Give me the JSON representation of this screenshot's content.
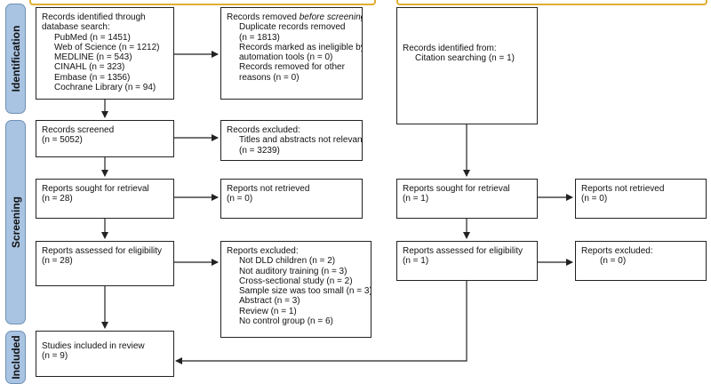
{
  "stages": {
    "identification": "Identification",
    "screening": "Screening",
    "included": "Included"
  },
  "db": {
    "identified": {
      "title": "Records identified through",
      "subtitle": "database search:",
      "sources": [
        "PubMed (n = 1451)",
        "Web of Science (n = 1212)",
        "MEDLINE (n = 543)",
        "CINAHL (n = 323)",
        "Embase (n = 1356)",
        "Cochrane Library (n = 94)"
      ]
    },
    "removed": {
      "title_pre": "Records removed ",
      "title_em": "before screening",
      "title_post": ":",
      "lines": [
        "Duplicate records removed",
        "(n = 1813)",
        "Records marked as ineligible by",
        "automation tools (n = 0)",
        "Records removed for other",
        "reasons (n = 0)"
      ]
    },
    "screened": {
      "title": "Records screened",
      "count": "(n = 5052)"
    },
    "excluded": {
      "title": "Records excluded:",
      "reason": "Titles and abstracts not relevant",
      "count": "(n = 3239)"
    },
    "sought": {
      "title": "Reports sought for retrieval",
      "count": "(n = 28)"
    },
    "not_retrieved": {
      "title": "Reports not retrieved",
      "count": "(n = 0)"
    },
    "assessed": {
      "title": "Reports assessed for eligibility",
      "count": "(n = 28)"
    },
    "reports_excluded": {
      "title": "Reports excluded:",
      "reasons": [
        "Not DLD children (n = 2)",
        "Not auditory training (n = 3)",
        "Cross-sectional study (n = 2)",
        "Sample size was too small (n = 3)",
        "Abstract (n = 3)",
        "Review (n = 1)",
        "No control group (n = 6)"
      ]
    },
    "included": {
      "title": "Studies included in review",
      "count": "(n = 9)"
    }
  },
  "other": {
    "identified": {
      "title": "Records identified from:",
      "line": "Citation searching (n = 1)"
    },
    "sought": {
      "title": "Reports sought for retrieval",
      "count": "(n = 1)"
    },
    "not_retrieved": {
      "title": "Reports not retrieved",
      "count": "(n = 0)"
    },
    "assessed": {
      "title": "Reports assessed for eligibility",
      "count": "(n = 1)"
    },
    "excluded": {
      "title": "Reports excluded:",
      "count": "(n = 0)"
    }
  },
  "colors": {
    "stage_band": "#a9c4e2",
    "header_bar": "#e1ae2f",
    "border": "#222222"
  }
}
